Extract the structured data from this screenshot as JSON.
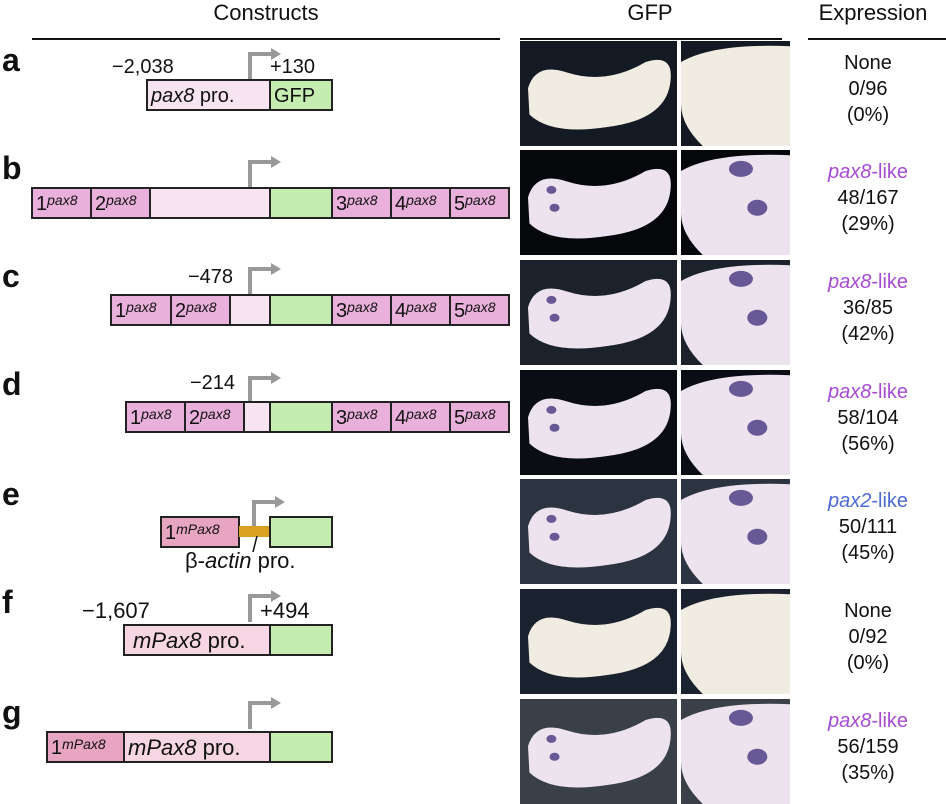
{
  "headers": {
    "constructs": "Constructs",
    "gfp": "GFP",
    "expression": "Expression"
  },
  "colors": {
    "pax8_exon": "#e9b0dc",
    "mpax8_exon": "#e7a5c1",
    "pax8_promoter": "#f6e4f0",
    "mpax8_promoter": "#f6d6e2",
    "gfp": "#c5edb2",
    "beta_actin": "#d9a022",
    "pax8_like": "#a74bd6",
    "pax2_like": "#4d6ad8",
    "tss_arrow": "#999999"
  },
  "rows": [
    {
      "letter": "a",
      "left_coord": "−2,038",
      "right_coord": "+130",
      "promoter_label_italic": "pax8",
      "promoter_label_rest": " pro.",
      "gfp_label": "GFP",
      "expression": {
        "pattern_italic": "",
        "pattern_rest": "None",
        "count": "0/96",
        "percent": "(0%)"
      },
      "images": [
        "embryo-whole-unstained",
        "embryo-head-unstained"
      ]
    },
    {
      "letter": "b",
      "exons_left": [
        {
          "num": "1",
          "sup": "pax8"
        },
        {
          "num": "2",
          "sup": "pax8"
        }
      ],
      "exons_right": [
        {
          "num": "3",
          "sup": "pax8"
        },
        {
          "num": "4",
          "sup": "pax8"
        },
        {
          "num": "5",
          "sup": "pax8"
        }
      ],
      "expression": {
        "pattern_italic": "pax8",
        "pattern_rest": "-like",
        "count": "48/167",
        "percent": "(29%)"
      },
      "images": [
        "embryo-whole-stained",
        "embryo-head-stained"
      ]
    },
    {
      "letter": "c",
      "left_coord": "−478",
      "exons_left": [
        {
          "num": "1",
          "sup": "pax8"
        },
        {
          "num": "2",
          "sup": "pax8"
        }
      ],
      "exons_right": [
        {
          "num": "3",
          "sup": "pax8"
        },
        {
          "num": "4",
          "sup": "pax8"
        },
        {
          "num": "5",
          "sup": "pax8"
        }
      ],
      "expression": {
        "pattern_italic": "pax8",
        "pattern_rest": "-like",
        "count": "36/85",
        "percent": "(42%)"
      },
      "images": [
        "embryo-whole-stained",
        "embryo-head-stained"
      ]
    },
    {
      "letter": "d",
      "left_coord": "−214",
      "exons_left": [
        {
          "num": "1",
          "sup": "pax8"
        },
        {
          "num": "2",
          "sup": "pax8"
        }
      ],
      "exons_right": [
        {
          "num": "3",
          "sup": "pax8"
        },
        {
          "num": "4",
          "sup": "pax8"
        },
        {
          "num": "5",
          "sup": "pax8"
        }
      ],
      "expression": {
        "pattern_italic": "pax8",
        "pattern_rest": "-like",
        "count": "58/104",
        "percent": "(56%)"
      },
      "images": [
        "embryo-whole-stained",
        "embryo-head-stained"
      ]
    },
    {
      "letter": "e",
      "exon": {
        "num": "1",
        "sup": "mPax8"
      },
      "bactin_label_prefix": "β-",
      "bactin_label_italic": "actin",
      "bactin_label_rest": " pro.",
      "expression": {
        "pattern_italic": "pax2",
        "pattern_rest": "-like",
        "count": "50/111",
        "percent": "(45%)"
      },
      "images": [
        "embryo-whole-stained",
        "embryo-head-stained"
      ]
    },
    {
      "letter": "f",
      "left_coord": "−1,607",
      "right_coord": "+494",
      "promoter_label_italic": "mPax8",
      "promoter_label_rest": " pro.",
      "expression": {
        "pattern_italic": "",
        "pattern_rest": "None",
        "count": "0/92",
        "percent": "(0%)"
      },
      "images": [
        "embryo-whole-unstained",
        "embryo-head-unstained"
      ]
    },
    {
      "letter": "g",
      "exon": {
        "num": "1",
        "sup": "mPax8"
      },
      "promoter_label_italic": "mPax8",
      "promoter_label_rest": " pro.",
      "expression": {
        "pattern_italic": "pax8",
        "pattern_rest": "-like",
        "count": "56/159",
        "percent": "(35%)"
      },
      "images": [
        "embryo-whole-stained",
        "embryo-head-stained"
      ]
    }
  ]
}
